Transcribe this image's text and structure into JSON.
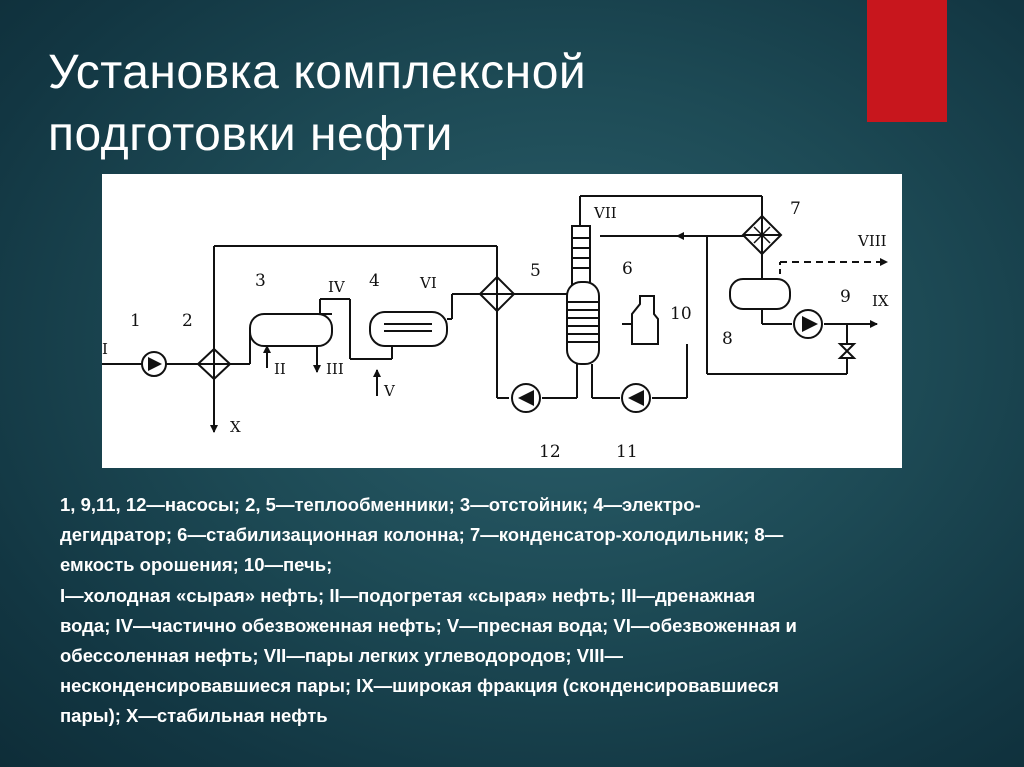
{
  "slide": {
    "title_lines": [
      "Установка комплексной",
      "подготовки нефти"
    ],
    "accent_color": "#c8161d"
  },
  "diagram": {
    "equipment_labels": {
      "n1": "1",
      "n2": "2",
      "n3": "3",
      "n4": "4",
      "n5": "5",
      "n6": "6",
      "n7": "7",
      "n8": "8",
      "n9": "9",
      "n10": "10",
      "n11": "11",
      "n12": "12"
    },
    "stream_labels": {
      "s1": "I",
      "s2": "II",
      "s3": "III",
      "s4": "IV",
      "s5": "V",
      "s6": "VI",
      "s7": "VII",
      "s8": "VIII",
      "s9": "IX",
      "s10": "X"
    }
  },
  "legend": {
    "lines": [
      "1, 9,11, 12—насосы; 2, 5—теплообменники; 3—отстойник; 4—электро-",
      "дегидратор; 6—стабилизационная колонна; 7—конденсатор-холодильник; 8—",
      "емкость орошения; 10—печь;",
      "I—холодная «сырая» нефть; II—подогретая «сырая» нефть; III—дренажная",
      "вода; IV—частично обезвоженная нефть; V—пресная вода; VI—обезвоженная и",
      "обессоленная нефть; VII—пары легких углеводородов; VIII—",
      "несконденсировавшиеся пары; IX—широкая фракция (сконденсировавшиеся",
      "пары); X—стабильная нефть"
    ]
  }
}
